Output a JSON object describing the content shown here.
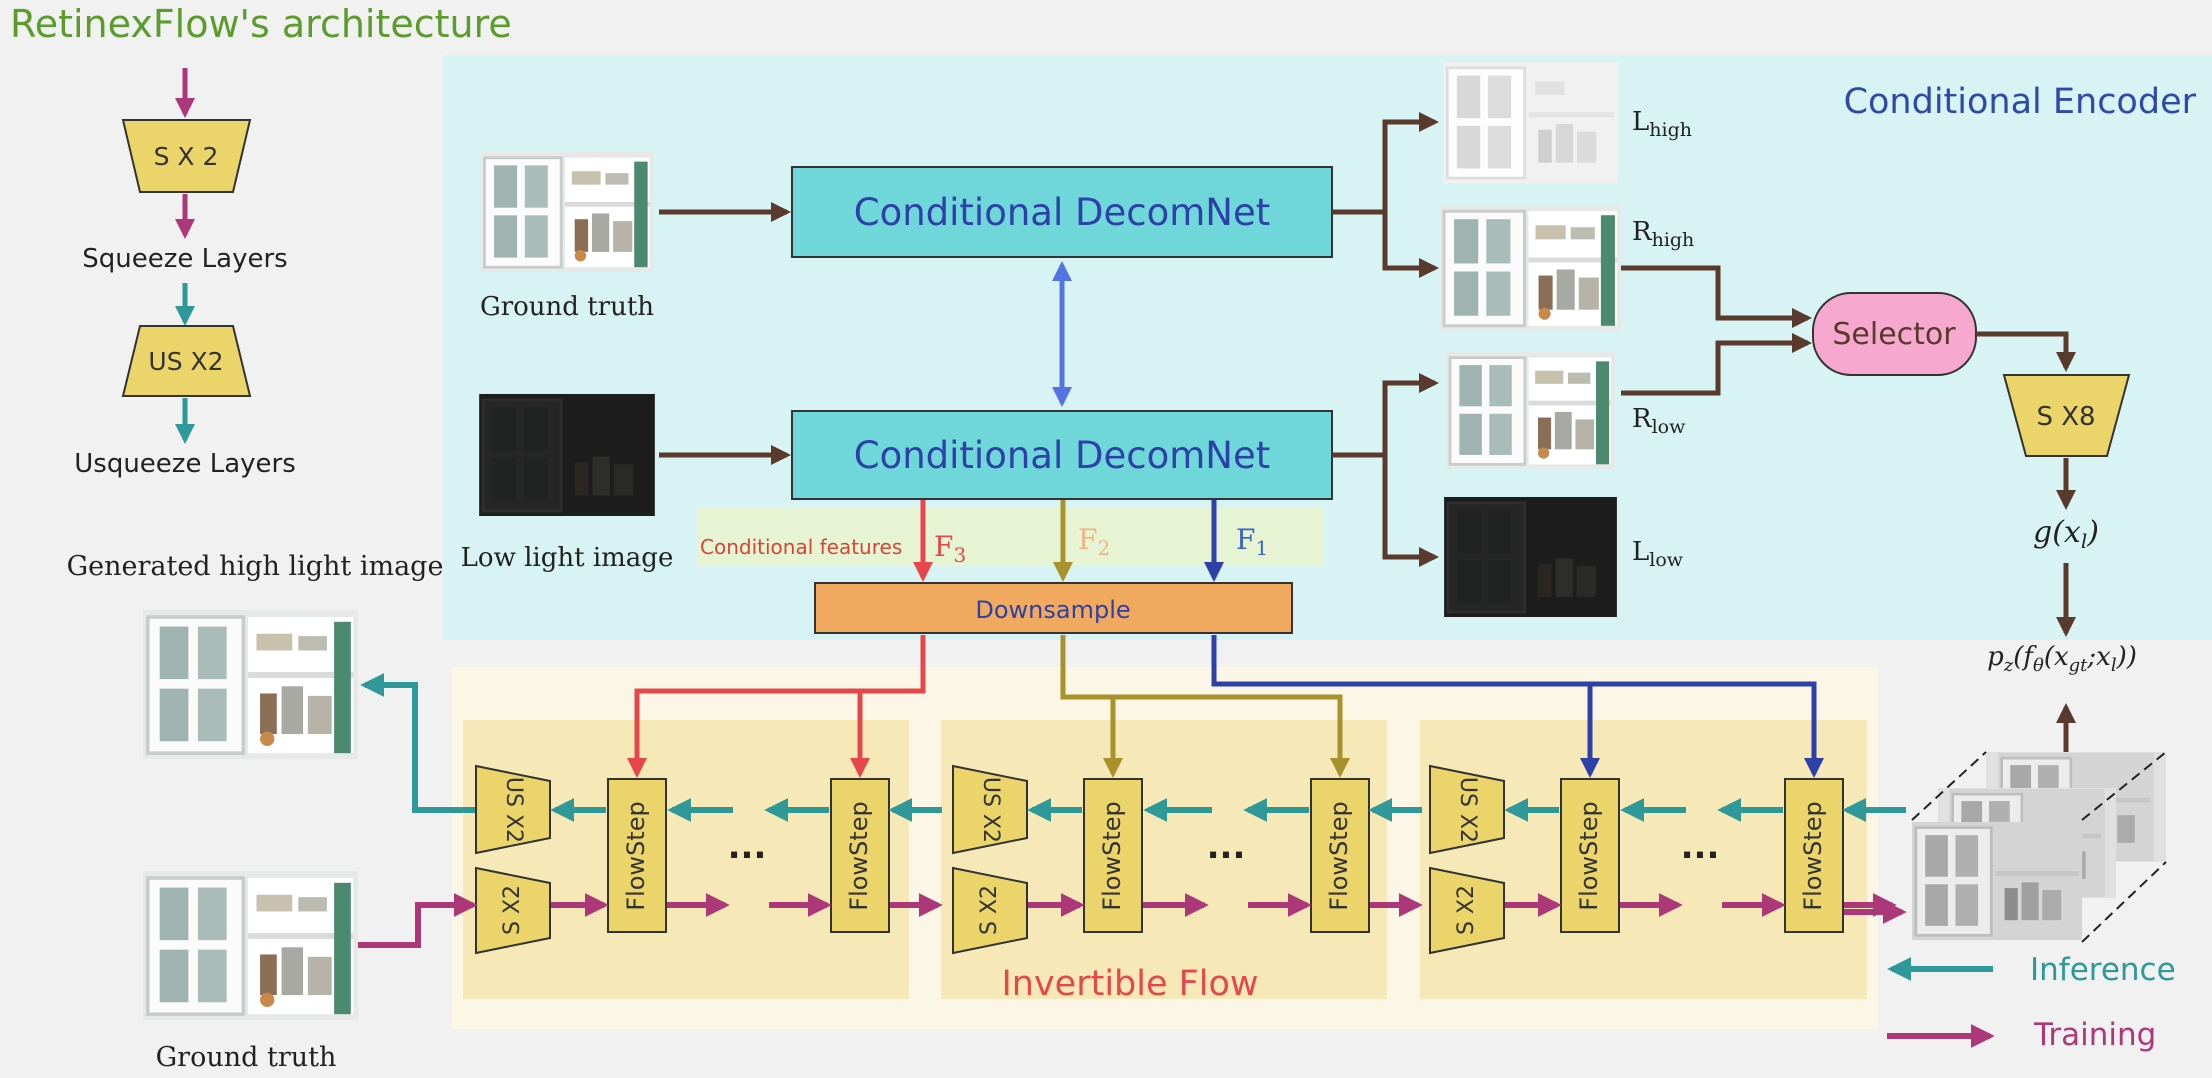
{
  "title": "RetinexFlow's architecture",
  "legend": {
    "squeeze_box": "S X 2",
    "squeeze_label": "Squeeze Layers",
    "unsqueeze_box": "US X2",
    "unsqueeze_label": "Usqueeze Layers",
    "inference": "Inference",
    "training": "Training"
  },
  "encoder": {
    "title": "Conditional Encoder",
    "decomnet_top": "Conditional DecomNet",
    "decomnet_bottom": "Conditional DecomNet",
    "ground_truth": "Ground truth",
    "low_light": "Low light image",
    "cond_features": "Conditional features",
    "selector": "Selector",
    "sx8": "S X8",
    "downsample": "Downsample",
    "outputs": {
      "L_high": {
        "base": "L",
        "sub": "high"
      },
      "R_high": {
        "base": "R",
        "sub": "high"
      },
      "R_low": {
        "base": "R",
        "sub": "low"
      },
      "L_low": {
        "base": "L",
        "sub": "low"
      }
    },
    "features": {
      "F3": {
        "base": "F",
        "sub": "3"
      },
      "F2": {
        "base": "F",
        "sub": "2"
      },
      "F1": {
        "base": "F",
        "sub": "1"
      }
    },
    "g_label": {
      "pre": "g(x",
      "sub": "l",
      "post": ")"
    }
  },
  "pz_label": {
    "p": "p",
    "pz": "z",
    "open": "(f",
    "theta": "θ",
    "mid": "(x",
    "gt": "gt",
    "sep": ";x",
    "l": "l",
    "close": "))"
  },
  "flow": {
    "title": "Invertible Flow",
    "flowstep": "FlowStep",
    "us_box": "US X2",
    "s_box": "S X2",
    "dots": "..."
  },
  "left": {
    "generated": "Generated high light image",
    "ground_truth": "Ground truth"
  },
  "colors": {
    "brown": "#5a3a2c",
    "teal": "#2f9898",
    "magenta": "#ad3879",
    "red": "#e5474a",
    "olive": "#a8922b",
    "blue": "#2d41a8",
    "cyan_box": "#6fd6d9",
    "yellow_box": "#ebd46a"
  }
}
